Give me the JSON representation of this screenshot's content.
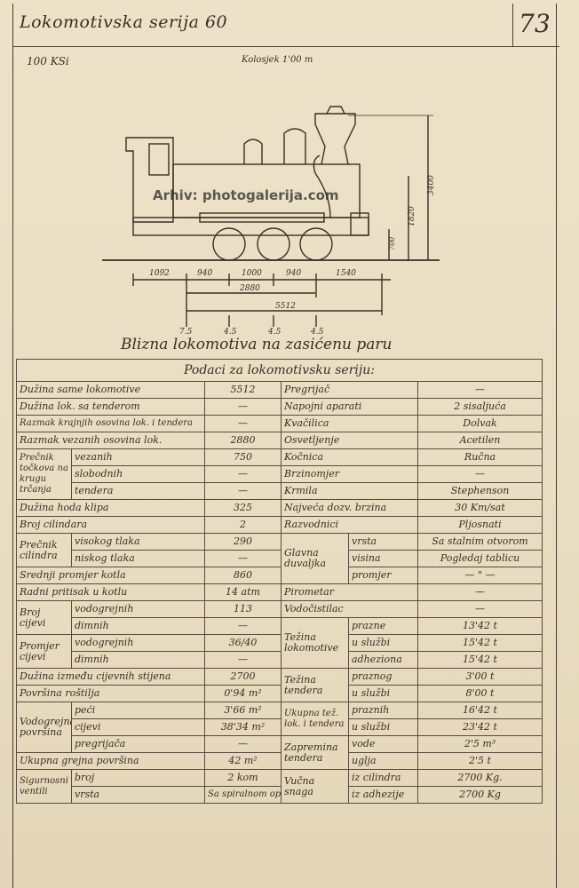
{
  "header": {
    "title": "Lokomotivska serija 60",
    "page_number": "73",
    "gauge_label": "100 KSi",
    "kolosjek": "Kolosjek 1'00 m"
  },
  "watermark": "Arhiv: photogalerija.com",
  "dimensions": {
    "lengths": [
      "1092",
      "940",
      "1000",
      "940",
      "1540"
    ],
    "wheelbase": "2880",
    "overall": "5512",
    "axle_loads": [
      "7.5",
      "4.5",
      "4.5",
      "4.5"
    ],
    "heights": [
      "3400",
      "1820",
      "700"
    ]
  },
  "caption": "Blizna lokomotiva na zasićenu paru",
  "table": {
    "title": "Podaci za lokomotivsku seriju:",
    "duzina_same": {
      "label": "Dužina same lokomotive",
      "value": "5512"
    },
    "duzina_tender": {
      "label": "Dužina lok. sa tenderom",
      "value": "—"
    },
    "razmak_krajnjih": {
      "label": "Razmak krajnjih osovina lok. i tendera",
      "value": "—"
    },
    "razmak_vezanih": {
      "label": "Razmak vezanih osovina lok.",
      "value": "2880"
    },
    "precnik_tockova": {
      "label": "Prečnik točkova na krugu trčanja",
      "vezanih_label": "vezanih",
      "vezanih": "750",
      "slobodnih_label": "slobodnih",
      "slobodnih": "—",
      "tendera_label": "tendera",
      "tendera": "—"
    },
    "duzina_hoda": {
      "label": "Dužina hoda klipa",
      "value": "325"
    },
    "broj_cilindara": {
      "label": "Broj cilindara",
      "value": "2"
    },
    "precnik_cilindra": {
      "label": "Prečnik cilindra",
      "visokog_label": "visokog tlaka",
      "visokog": "290",
      "niskog_label": "niskog tlaka",
      "niskog": "—"
    },
    "srednji_promjer": {
      "label": "Srednji promjer kotla",
      "value": "860"
    },
    "radni_pritisak": {
      "label": "Radni pritisak u kotlu",
      "value": "14 atm"
    },
    "broj_cijevi": {
      "label": "Broj cijevi",
      "vodogrejnih_label": "vodogrejnih",
      "vodogrejnih": "113",
      "dimnih_label": "dimnih",
      "dimnih": "—"
    },
    "promjer_cijevi": {
      "label": "Promjer cijevi",
      "vodogrejnih_label": "vodogrejnih",
      "vodogrejnih": "36/40",
      "dimnih_label": "dimnih",
      "dimnih": "—"
    },
    "duzina_izmedu": {
      "label": "Dužina između cijevnih stijena",
      "value": "2700"
    },
    "povrsina_rostilja": {
      "label": "Površina roštilja",
      "value": "0'94 m²"
    },
    "vodogrejna": {
      "label": "Vodogrejna površina",
      "peci_label": "peći",
      "peci": "3'66 m²",
      "cijevi_label": "cijevi",
      "cijevi": "38'34 m²",
      "pregrijaca_label": "pregrijača",
      "pregrijaca": "—"
    },
    "ukupna_grejna": {
      "label": "Ukupna grejna površina",
      "value": "42 m²"
    },
    "sigurnosni": {
      "label": "Sigurnosni ventili",
      "broj_label": "broj",
      "broj": "2 kom",
      "vrsta_label": "vrsta",
      "vrsta": "Sa spiralnom oprugom"
    },
    "pregrijac": {
      "label": "Pregrijač",
      "value": "—"
    },
    "napojni": {
      "label": "Napojni aparati",
      "value": "2 sisaljuća"
    },
    "kvacilica": {
      "label": "Kvačilica",
      "value": "Dolvak"
    },
    "osvetljenje": {
      "label": "Osvetljenje",
      "value": "Acetilen"
    },
    "kocnica": {
      "label": "Kočnica",
      "value": "Ručna"
    },
    "brzinomjer": {
      "label": "Brzinomjer",
      "value": "—"
    },
    "krmila": {
      "label": "Krmila",
      "value": "Stephenson"
    },
    "najveca_brzina": {
      "label": "Najveća dozv. brzina",
      "value": "30 Km/sat"
    },
    "razvodnici": {
      "label": "Razvodnici",
      "value": "Pljosnati"
    },
    "glavna_duvaljka": {
      "label": "Glavna duvaljka",
      "vrsta_label": "vrsta",
      "vrsta": "Sa stalnim otvorom",
      "visina_label": "visina",
      "visina": "Pogledaj tablicu",
      "promjer_label": "promjer",
      "promjer": "— \" —"
    },
    "pirometar": {
      "label": "Pirometar",
      "value": "—"
    },
    "vodocistilac": {
      "label": "Vodočistilac",
      "value": "—"
    },
    "tezina_lok": {
      "label": "Težina lokomotive",
      "prazne_label": "prazne",
      "prazne": "13'42 t",
      "sluzbi_label": "u službi",
      "sluzbi": "15'42 t",
      "adheziona_label": "adheziona",
      "adheziona": "15'42 t"
    },
    "tezina_tendera": {
      "label": "Težina tendera",
      "praznog_label": "praznog",
      "praznog": "3'00 t",
      "sluzbi_label": "u službi",
      "sluzbi": "8'00 t"
    },
    "ukupna_tezina": {
      "label": "Ukupna tež. lok. i tendera",
      "praznih_label": "praznih",
      "praznih": "16'42 t",
      "sluzbi_label": "u službi",
      "sluzbi": "23'42 t"
    },
    "zapremina": {
      "label": "Zapremina tendera",
      "vode_label": "vode",
      "vode": "2'5 m³",
      "uglja_label": "uglja",
      "uglja": "2'5 t"
    },
    "vucna_snaga": {
      "label": "Vučna snaga",
      "cilindra_label": "iz cilindra",
      "cilindra": "2700 Kg.",
      "adhezije_label": "iz adhezije",
      "adhezije": "2700 Kg"
    }
  }
}
